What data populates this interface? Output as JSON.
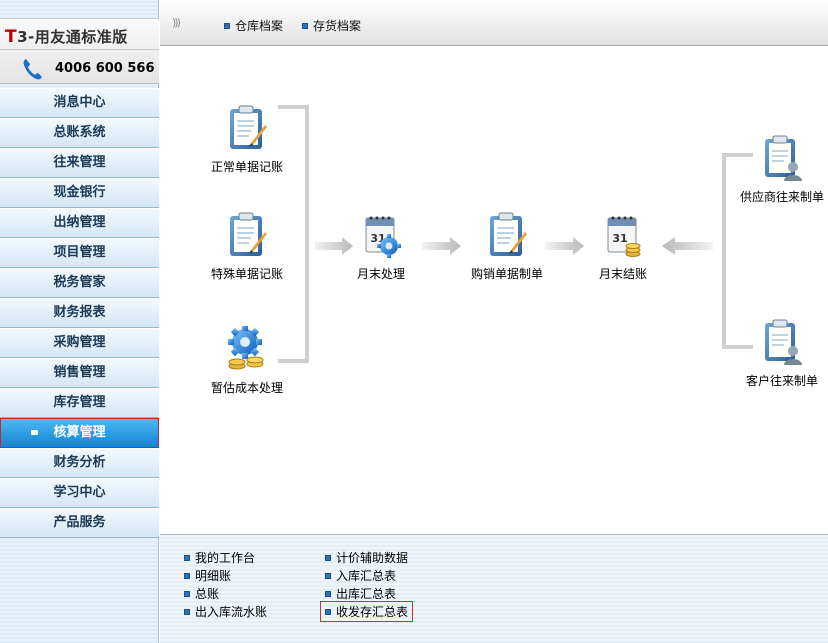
{
  "brand": {
    "title_prefix": "T",
    "title_rest": "3-用友通标准版",
    "phone": "4006 600 566"
  },
  "sidebar": {
    "items": [
      {
        "label": "消息中心",
        "active": false
      },
      {
        "label": "总账系统",
        "active": false
      },
      {
        "label": "往来管理",
        "active": false
      },
      {
        "label": "现金银行",
        "active": false
      },
      {
        "label": "出纳管理",
        "active": false
      },
      {
        "label": "项目管理",
        "active": false
      },
      {
        "label": "税务管家",
        "active": false
      },
      {
        "label": "财务报表",
        "active": false
      },
      {
        "label": "采购管理",
        "active": false
      },
      {
        "label": "销售管理",
        "active": false
      },
      {
        "label": "库存管理",
        "active": false
      },
      {
        "label": "核算管理",
        "active": true
      },
      {
        "label": "财务分析",
        "active": false
      },
      {
        "label": "学习中心",
        "active": false
      },
      {
        "label": "产品服务",
        "active": false
      }
    ]
  },
  "topbar": {
    "arrows": ")))",
    "links": [
      {
        "label": "仓库档案"
      },
      {
        "label": "存货档案"
      }
    ]
  },
  "flow": {
    "normal_entry": "正常单据记账",
    "special_entry": "特殊单据记账",
    "estimate_cost": "暂估成本处理",
    "month_end_process": "月末处理",
    "purchase_sales_voucher": "购销单据制单",
    "month_end_close": "月末结账",
    "supplier_voucher": "供应商往来制单",
    "customer_voucher": "客户往来制单",
    "calendar_day": "31"
  },
  "bottom": {
    "left": [
      {
        "label": "我的工作台"
      },
      {
        "label": "明细账"
      },
      {
        "label": "总账"
      },
      {
        "label": "出入库流水账"
      }
    ],
    "right": [
      {
        "label": "计价辅助数据"
      },
      {
        "label": "入库汇总表"
      },
      {
        "label": "出库汇总表"
      },
      {
        "label": "收发存汇总表"
      }
    ]
  },
  "colors": {
    "accent": "#0f86d6",
    "highlight_border": "#d32f2f",
    "brand_red": "#c00000"
  }
}
